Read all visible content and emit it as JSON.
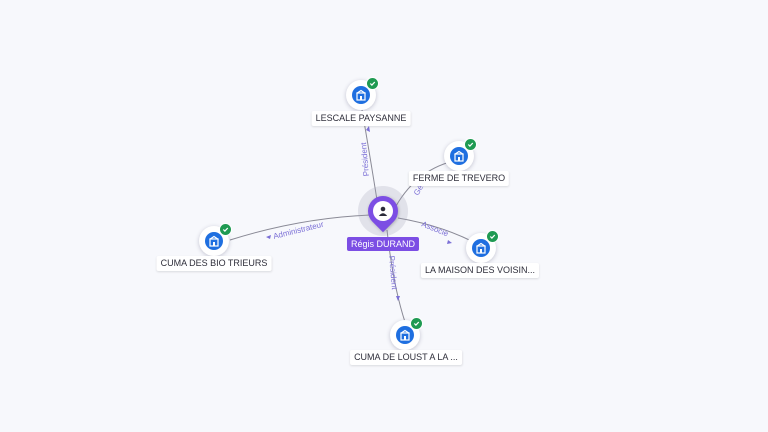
{
  "center": {
    "name": "Régis DURAND",
    "icon": "person-icon"
  },
  "companies": [
    {
      "id": "escale",
      "name": "LESCALE PAYSANNE",
      "icon": "building-icon",
      "verified": true
    },
    {
      "id": "trevero",
      "name": "FERME DE TREVERO",
      "icon": "building-icon",
      "verified": true
    },
    {
      "id": "voisins",
      "name": "LA MAISON DES VOISIN...",
      "icon": "building-icon",
      "verified": true
    },
    {
      "id": "loust",
      "name": "CUMA DE LOUST A LA ...",
      "icon": "building-icon",
      "verified": true
    },
    {
      "id": "trieurs",
      "name": "CUMA DES BIO TRIEURS",
      "icon": "building-icon",
      "verified": true
    }
  ],
  "relations": [
    {
      "to": "escale",
      "label": "Président"
    },
    {
      "to": "trevero",
      "label": "Gérant"
    },
    {
      "to": "voisins",
      "label": "Associé"
    },
    {
      "to": "loust",
      "label": "Président"
    },
    {
      "to": "trieurs",
      "label": "Administrateur"
    }
  ],
  "colors": {
    "accent": "#7c4ee4",
    "node": "#1f6fe0",
    "verified": "#1f9a52",
    "edge_label": "#7b6fd6"
  }
}
